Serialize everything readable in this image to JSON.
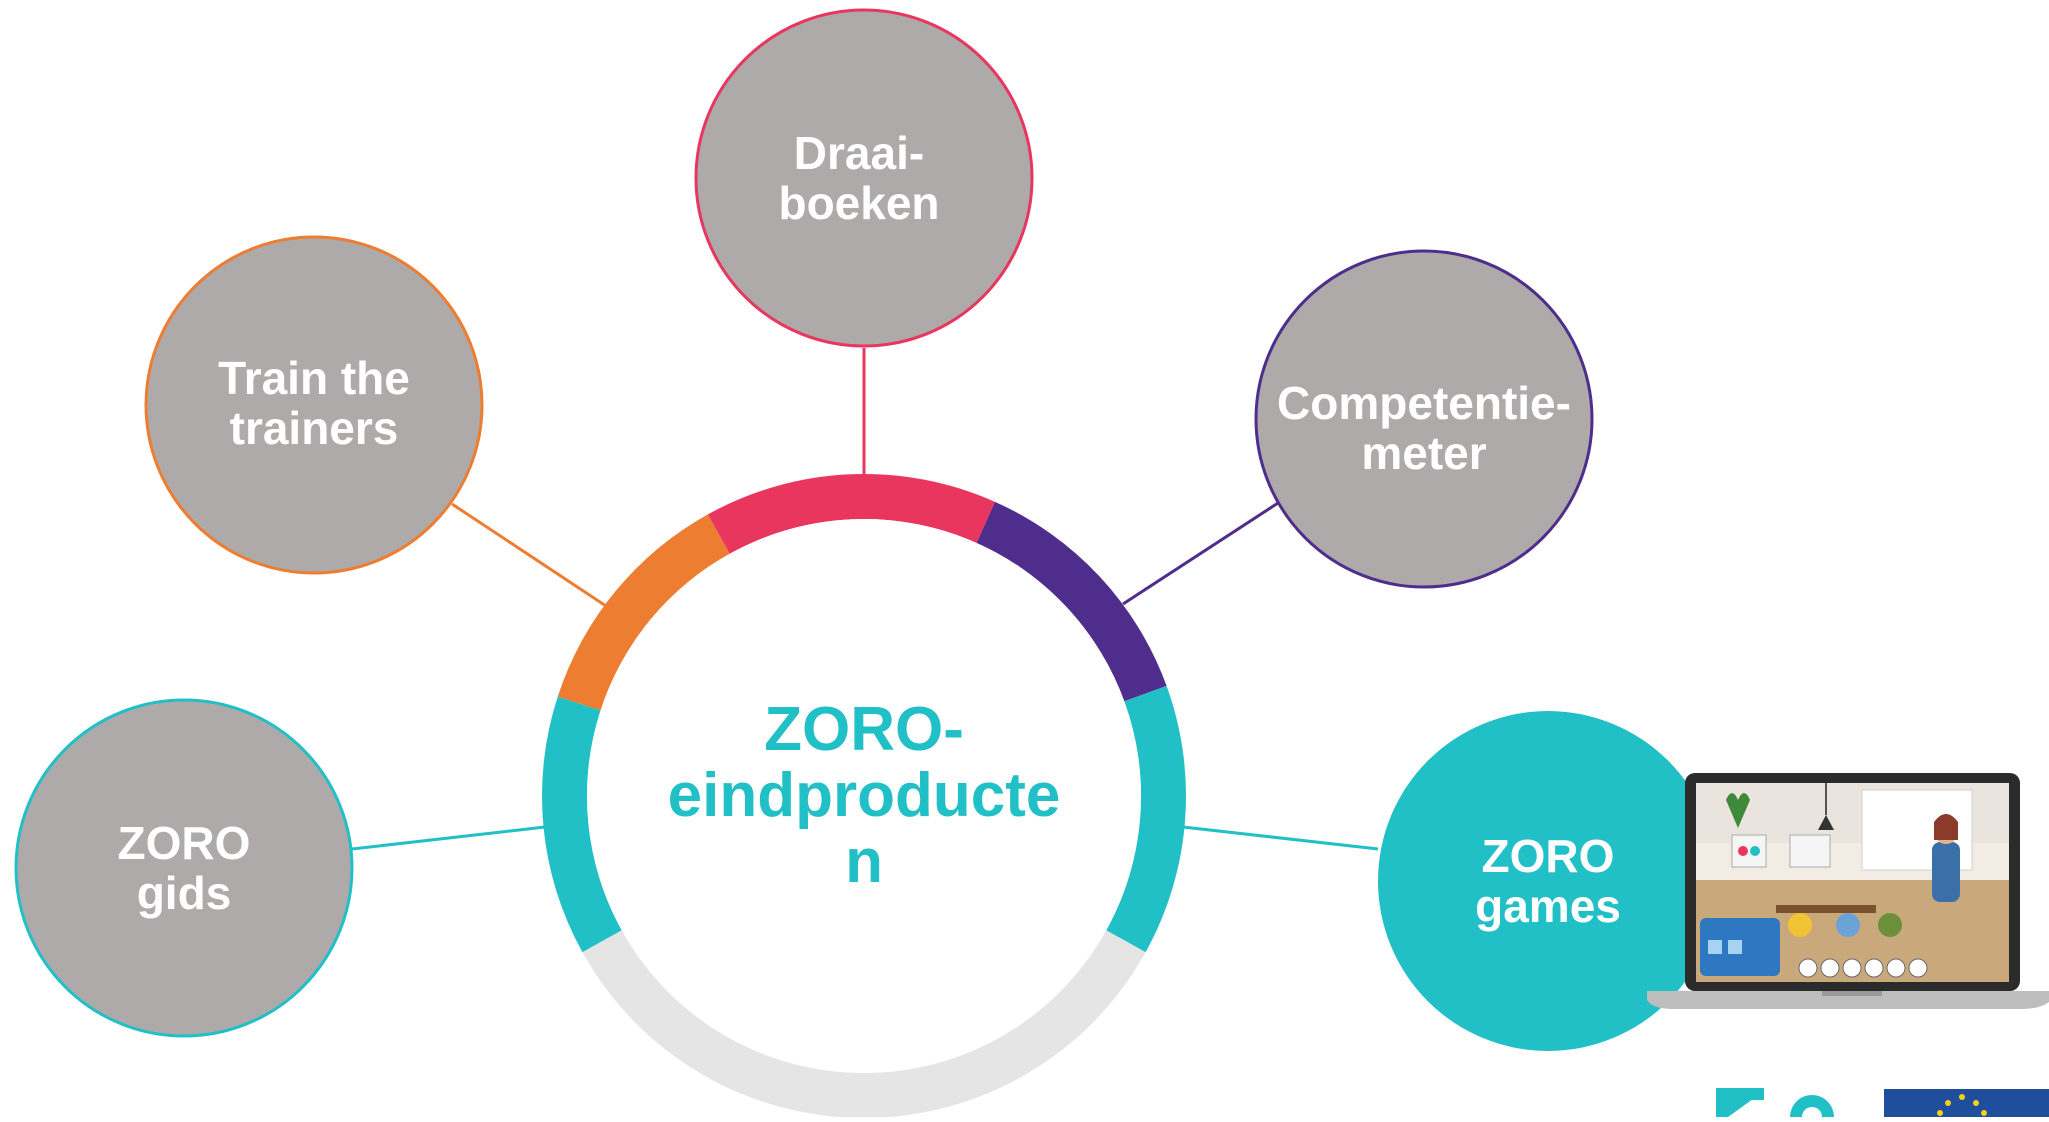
{
  "diagram": {
    "center": {
      "lines": [
        "ZORO-",
        "eindproducte",
        "n"
      ]
    },
    "nodes": [
      {
        "id": "draaiboeken",
        "lines": [
          "Draai-",
          "boeken"
        ],
        "color": "#e8365f"
      },
      {
        "id": "train-the-trainers",
        "lines": [
          "Train the",
          "trainers"
        ],
        "color": "#ed7d31"
      },
      {
        "id": "competentiemeter",
        "lines": [
          "Competentie-",
          "meter"
        ],
        "color": "#4f2d8c"
      },
      {
        "id": "zoro-gids",
        "lines": [
          "ZORO",
          "gids"
        ],
        "color": "#21bfc6"
      },
      {
        "id": "zoro-games",
        "lines": [
          "ZORO",
          "games"
        ],
        "color": "#21bfc6"
      }
    ],
    "colors": {
      "node_fill": "#aeaaaa",
      "active_fill": "#21bfc6",
      "ring_gray": "#e5e5e5",
      "text": "#ffffff"
    }
  },
  "icons": [
    "laptop-game-screenshot-icon",
    "zoro-logo-icon",
    "eu-flag-icon"
  ]
}
